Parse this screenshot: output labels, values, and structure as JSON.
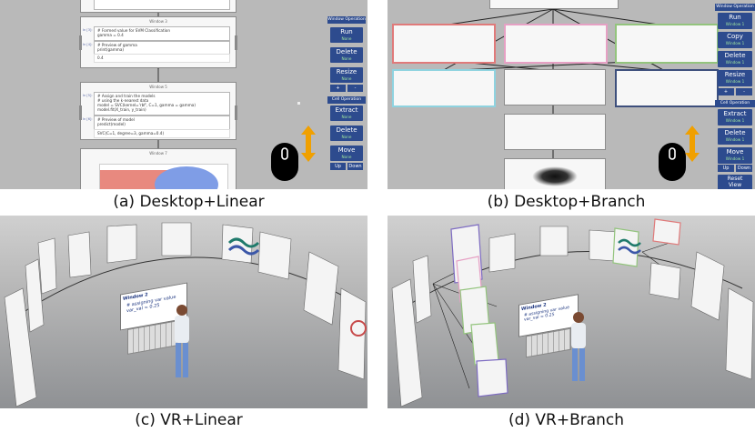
{
  "captions": {
    "a": "(a) Desktop+Linear",
    "b": "(b) Desktop+Branch",
    "c": "(c) VR+Linear",
    "d": "(d) VR+Branch"
  },
  "panel_a": {
    "window3_title": "Window 3",
    "window4_title": "Window 4",
    "window5_title": "Window 5",
    "window7_title": "Window 7",
    "cell_svm_line1": "# Formed value for SVM Classification",
    "cell_svm_line2": "gamma = 0.4",
    "cell_gamma_line1": "# Preview of gamma",
    "cell_gamma_line2": "print(gamma)",
    "cell_gamma_out": "0.4",
    "cell_model_line1": "# Assign and train the models",
    "cell_model_line2": "# using the k-nearest data",
    "cell_model_code": "model = SVC(kernel='rbf', C=1, gamma = gamma)\nmodel.fit(X_train, y_train)",
    "cell_pred_line1": "# Preview of model",
    "cell_pred_line2": "predict(model)",
    "cell_pred_out": "SVC(C=1, degree=3, gamma=0.4)",
    "win_op_title": "Window Operation",
    "cell_op_title": "Cell Operation",
    "run": "Run",
    "run_sub": "None",
    "delete": "Delete",
    "delete_sub": "None",
    "resize": "Resize",
    "resize_sub": "None",
    "plus": "+",
    "minus": "-",
    "extract": "Extract",
    "extract_sub": "None",
    "cell_delete": "Delete",
    "cell_delete_sub": "None",
    "move": "Move",
    "move_sub": "None",
    "up": "Up",
    "down": "Down"
  },
  "panel_b": {
    "win_op_title": "Window Operation",
    "cell_op_title": "Cell Operation",
    "run": "Run",
    "run_sub": "Window 1",
    "copy": "Copy",
    "copy_sub": "Window 1",
    "delete": "Delete",
    "delete_sub": "Window 1",
    "resize": "Resize",
    "resize_sub": "Window 1",
    "plus": "+",
    "minus": "-",
    "extract": "Extract",
    "extract_sub": "Window 1",
    "cell_delete": "Delete",
    "cell_delete_sub": "Window 1",
    "move": "Move",
    "move_sub": "Window 1",
    "up": "Up",
    "down": "Down",
    "reset": "Reset",
    "reset_line2": "View"
  },
  "panel_c": {
    "card_title": "Window 2",
    "card_line1": "# assigning var value",
    "card_line2": "var_val = 0.25"
  },
  "panel_d": {
    "card_title": "Window 2",
    "card_line1": "# assigning var value",
    "card_line2": "var_val = 0.25"
  },
  "colors": {
    "op_button": "#2d4b8e",
    "op_sub_text": "#9fe59f",
    "arrow": "#f0a000",
    "branch_red": "#e07a7a",
    "branch_pink": "#e6a0c4",
    "branch_green": "#93c47d",
    "branch_cyan": "#8fd3e0",
    "branch_navy": "#3d4f7c",
    "branch_purple": "#7d6bc2"
  },
  "icons": [
    "mouse-icon",
    "up-down-arrow-icon",
    "person-avatar",
    "keyboard-icon"
  ]
}
